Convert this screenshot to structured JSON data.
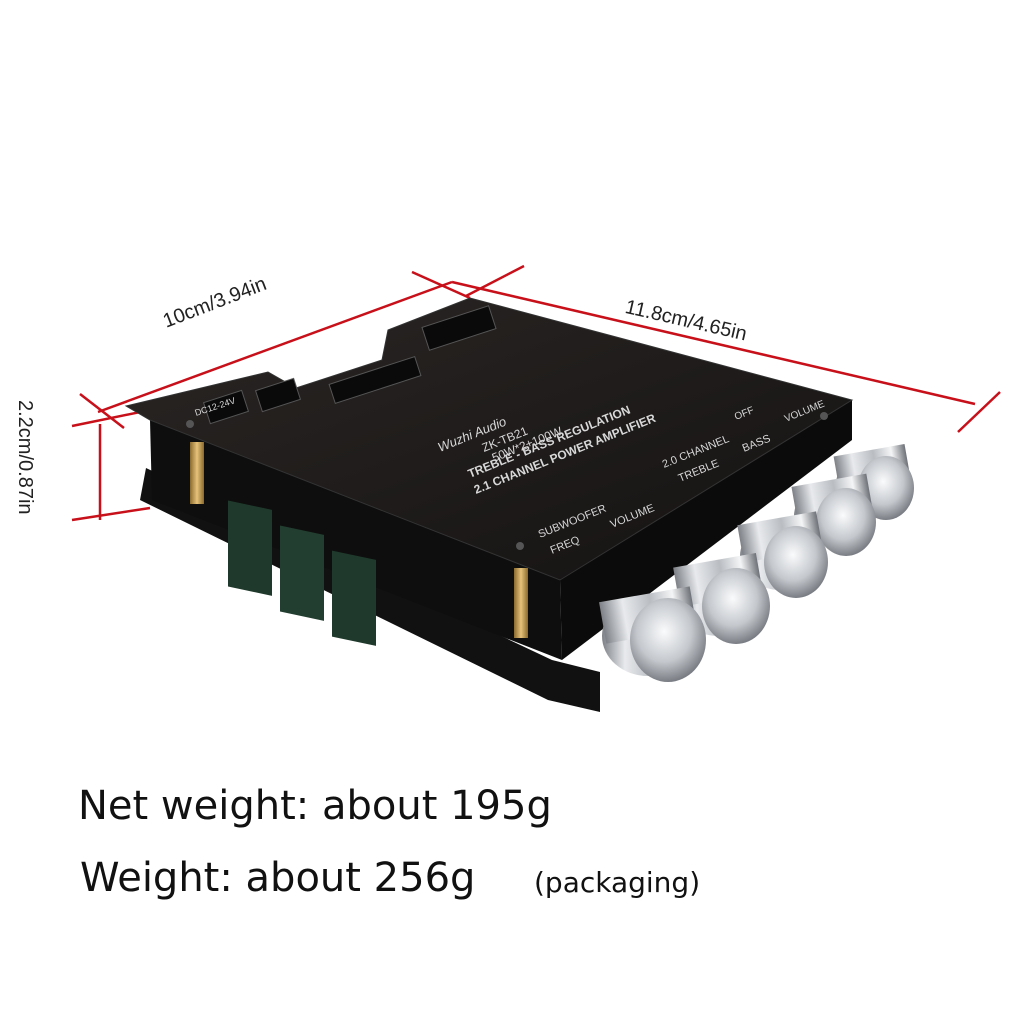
{
  "product": {
    "brand_script": "Wuzhi Audio",
    "model": "ZK-TB21",
    "power": "50W*2+100W",
    "desc_line1": "TREBLE - BASS REGULATION",
    "desc_line2": "2.1 CHANNEL POWER AMPLIFIER",
    "subwoofer_label": "SUBWOOFER",
    "freq_label": "FREQ",
    "volume_label": "VOLUME",
    "channel_label": "2.0 CHANNEL",
    "treble_label": "TREBLE",
    "bass_label": "BASS",
    "volume2_label": "VOLUME",
    "off_label": "OFF",
    "dc_label": "DC12-24V"
  },
  "dimensions": {
    "width": "10cm/3.94in",
    "length": "11.8cm/4.65in",
    "height": "2.2cm/0.87in"
  },
  "weights": {
    "net": "Net weight: about 195g",
    "gross": "Weight: about 256g",
    "gross_note": "(packaging)"
  },
  "colors": {
    "dimension_line": "#c8101a",
    "case": "#1c1917",
    "knob": "#c9ccd0"
  }
}
